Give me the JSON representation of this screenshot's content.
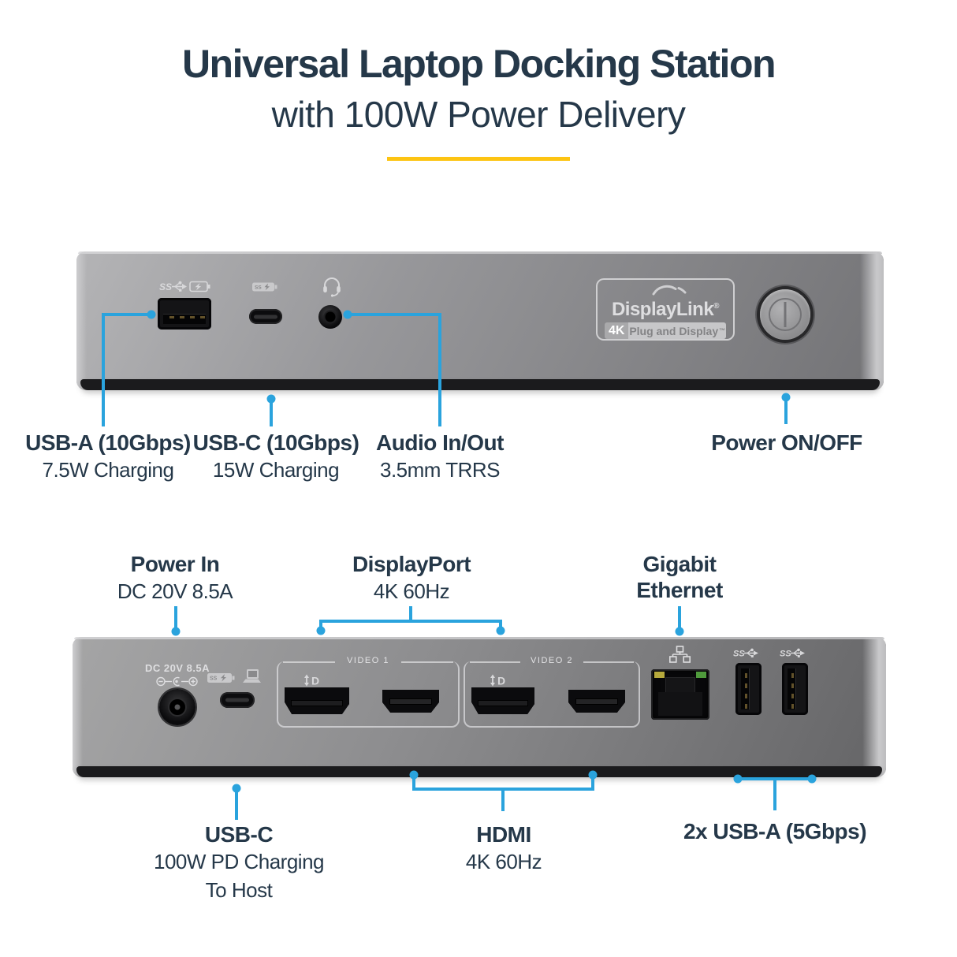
{
  "colors": {
    "accent_blue": "#2aa3dd",
    "underline_yellow": "#fdc412",
    "heading_navy": "#253849",
    "device_etch": "#d8d8da",
    "ethernet_led_yellow": "#b6a93c",
    "ethernet_led_green": "#4f9a3c"
  },
  "icons": {
    "usb_ss_label": "SS"
  },
  "header": {
    "title": "Universal Laptop Docking Station",
    "subtitle": "with 100W Power Delivery"
  },
  "front": {
    "device": {
      "displaylink_brand": "DisplayLink",
      "displaylink_reg": "®",
      "badge_4k": "4K",
      "badge_tagline": "Plug and Display",
      "badge_tm": "™"
    },
    "callouts": {
      "usb_a": {
        "title": "USB-A (10Gbps)",
        "subtitle": "7.5W Charging"
      },
      "usb_c": {
        "title": "USB-C (10Gbps)",
        "subtitle": "15W Charging"
      },
      "audio": {
        "title": "Audio In/Out",
        "subtitle": "3.5mm TRRS"
      },
      "power": {
        "title": "Power ON/OFF"
      }
    }
  },
  "back": {
    "device": {
      "dc_label": "DC 20V 8.5A",
      "video1": "VIDEO 1",
      "video2": "VIDEO 2"
    },
    "callouts_top": {
      "power_in": {
        "title": "Power In",
        "subtitle": "DC 20V 8.5A"
      },
      "displayport": {
        "title": "DisplayPort",
        "subtitle": "4K 60Hz"
      },
      "ethernet": {
        "title": "Gigabit",
        "title2": "Ethernet"
      }
    },
    "callouts_bottom": {
      "usb_c": {
        "title": "USB-C",
        "line2": "100W PD Charging",
        "line3": "To Host"
      },
      "hdmi": {
        "title": "HDMI",
        "subtitle": "4K 60Hz"
      },
      "usb_a": {
        "title": "2x USB-A (5Gbps)"
      }
    }
  }
}
